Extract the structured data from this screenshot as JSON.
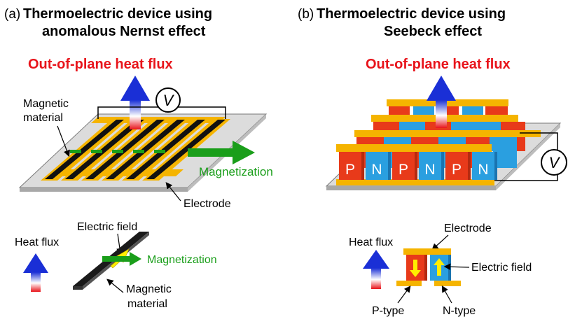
{
  "panel_a": {
    "label": "(a)",
    "title_line1": "Thermoelectric device using",
    "title_line2": "anomalous Nernst effect",
    "heat_flux_title": "Out-of-plane heat flux",
    "voltmeter": "V",
    "magnetic_material_line1": "Magnetic",
    "magnetic_material_line2": "material",
    "magnetization": "Magnetization",
    "electrode": "Electrode",
    "legend": {
      "heat_flux": "Heat flux",
      "electric_field": "Electric field",
      "magnetization": "Magnetization",
      "magnetic_material_line1": "Magnetic",
      "magnetic_material_line2": "material"
    }
  },
  "panel_b": {
    "label": "(b)",
    "title_line1": "Thermoelectric device using",
    "title_line2": "Seebeck effect",
    "heat_flux_title": "Out-of-plane heat flux",
    "voltmeter": "V",
    "p_letter": "P",
    "n_letter": "N",
    "legend": {
      "heat_flux": "Heat flux",
      "electrode": "Electrode",
      "electric_field": "Electric field",
      "p_type": "P-type",
      "n_type": "N-type"
    }
  },
  "colors": {
    "heat_flux_red": "#e8141b",
    "magnetization_green": "#1a9e1a",
    "electrode_gold": "#f5b400",
    "p_red": "#e83a1a",
    "n_blue": "#2a9fe0",
    "arrow_blue": "#1f3fcf",
    "field_yellow": "#ffee00"
  }
}
